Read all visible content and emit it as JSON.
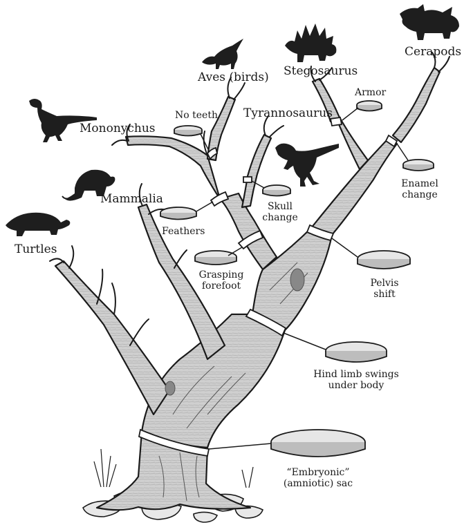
{
  "taxa": {
    "turtles": "Turtles",
    "mammalia": "Mammalia",
    "mononychus": "Mononychus",
    "aves": "Aves (birds)",
    "tyrannosaurus": "Tyrannosaurus",
    "stegosaurus": "Stegosaurus",
    "cerapods": "Cerapods"
  },
  "characters": {
    "amniotic_sac": [
      "“Embryonic”",
      "(amniotic) sac"
    ],
    "hind_limb": [
      "Hind limb swings",
      "under body"
    ],
    "pelvis": [
      "Pelvis",
      "shift"
    ],
    "grasping": [
      "Grasping",
      "forefoot"
    ],
    "feathers": "Feathers",
    "skull": [
      "Skull",
      "change"
    ],
    "no_teeth": "No teeth",
    "armor": "Armor",
    "enamel": [
      "Enamel",
      "change"
    ]
  },
  "colors": {
    "ink": "#1a1a1a",
    "bark": "#c9c9c9",
    "bark_dark": "#9a9a9a",
    "silhouette": "#1e1e1e",
    "ring": "#ffffff"
  }
}
